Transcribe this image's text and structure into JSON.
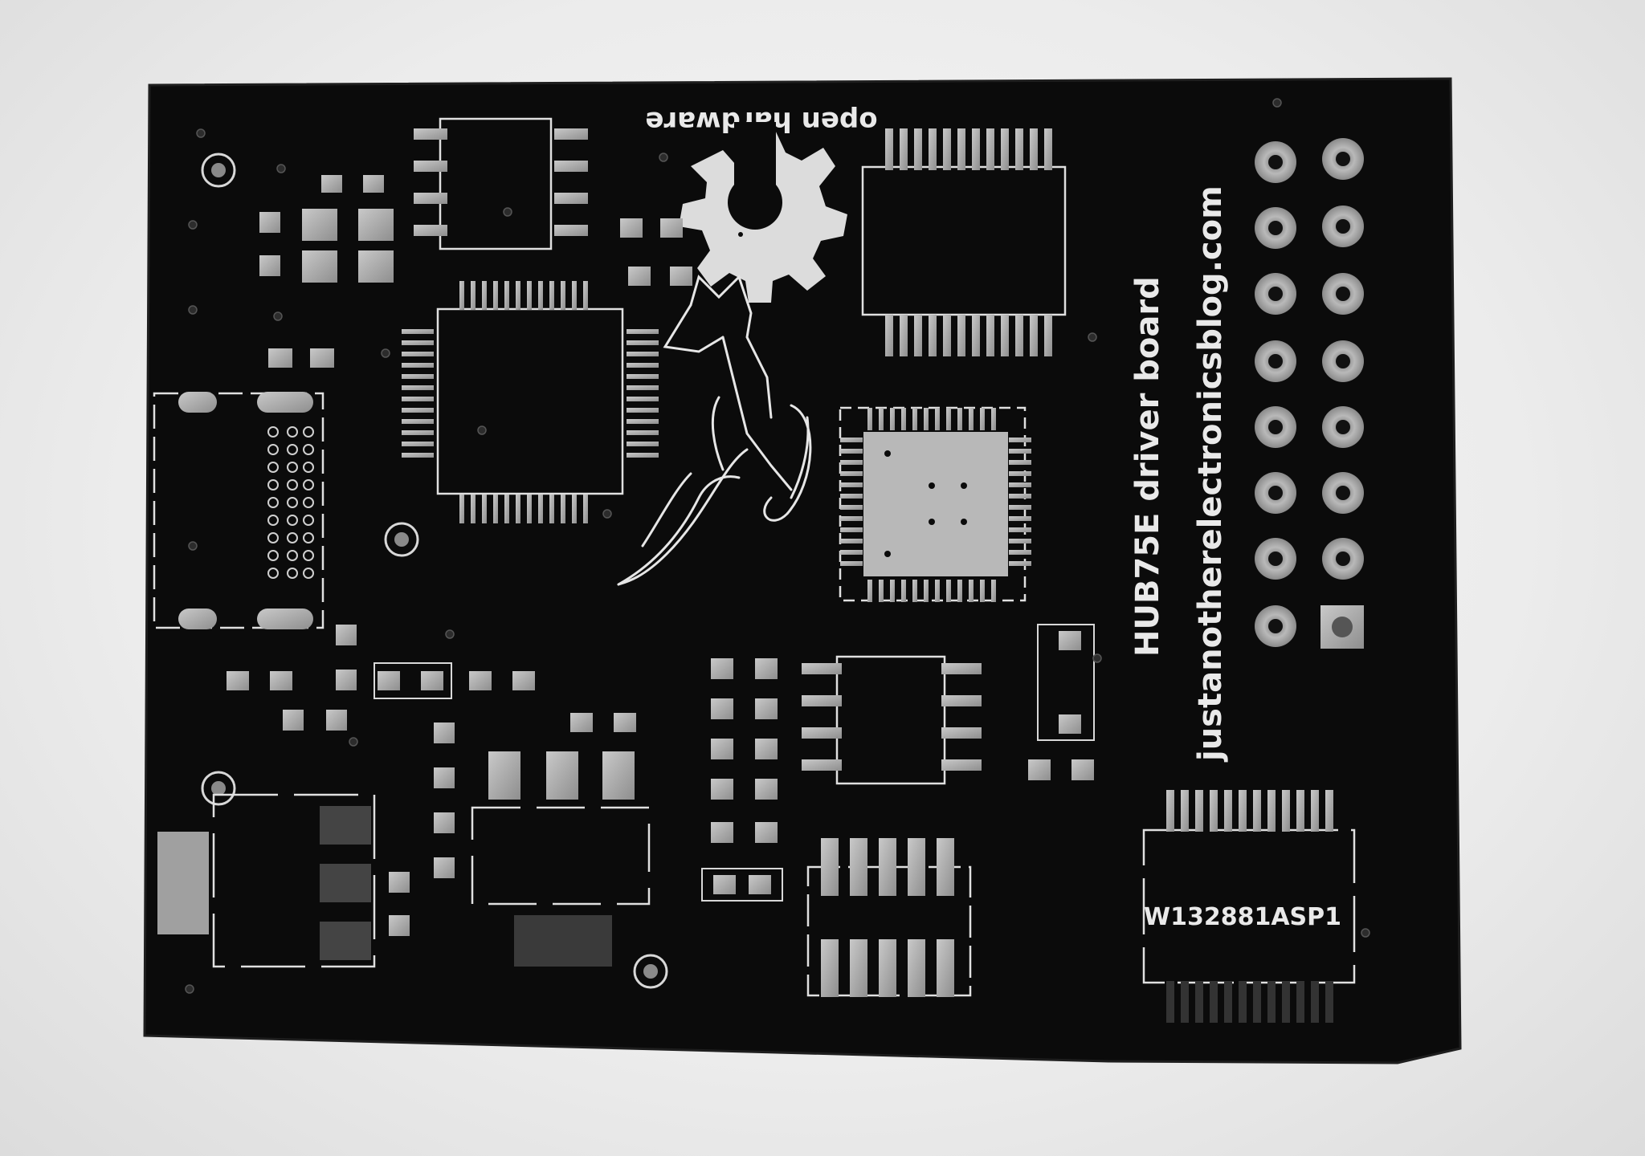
{
  "silkscreen": {
    "open_hardware": "open hardware",
    "board_name": "HUB75E driver board",
    "website": "justanotherelectronicsblog.com",
    "chip_marking": "W132881ASP1"
  },
  "colors": {
    "background": "#ececec",
    "pcb": "#0b0b0b",
    "silkscreen": "#e9e9e9",
    "pad": "#a9a9a9"
  },
  "icons": [
    "open-hardware-gear-icon",
    "fox-logo-icon"
  ]
}
